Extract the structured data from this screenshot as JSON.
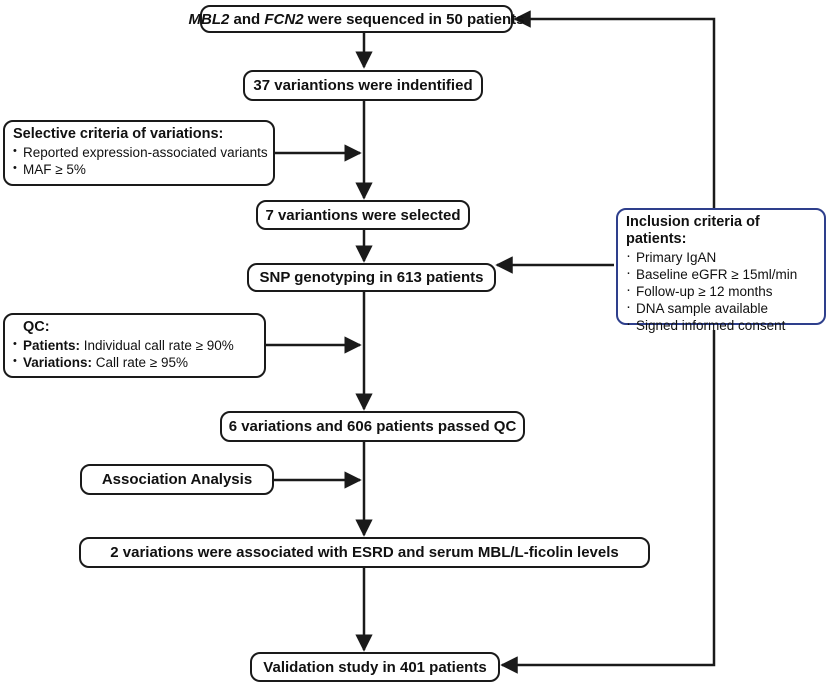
{
  "boxes": {
    "seq": {
      "gene1": "MBL2",
      "and": " and ",
      "gene2": "FCN2",
      "rest": " were sequenced in 50 patients"
    },
    "identified": "37 variantions were indentified",
    "selective": {
      "title": "Selective criteria of variations:",
      "items": [
        "Reported expression-associated variants",
        "MAF ≥ 5%"
      ]
    },
    "selected": "7 variantions were selected",
    "genotyping": "SNP genotyping in 613 patients",
    "qc": {
      "title": "QC:",
      "items": [
        {
          "label": "Patients:",
          "text": " Individual call rate ≥ 90%"
        },
        {
          "label": "Variations:",
          "text": " Call rate ≥ 95%"
        }
      ]
    },
    "passed": "6 variations and 606 patients passed QC",
    "association": "Association Analysis",
    "associated": "2  variations were  associated with ESRD and serum MBL/L-ficolin levels",
    "validation": "Validation study in 401 patients",
    "inclusion": {
      "title": "Inclusion criteria of patients:",
      "items": [
        "Primary IgAN",
        "Baseline eGFR ≥ 15ml/min",
        "Follow-up ≥ 12 months",
        "DNA sample available",
        "Signed informed consent"
      ]
    }
  }
}
